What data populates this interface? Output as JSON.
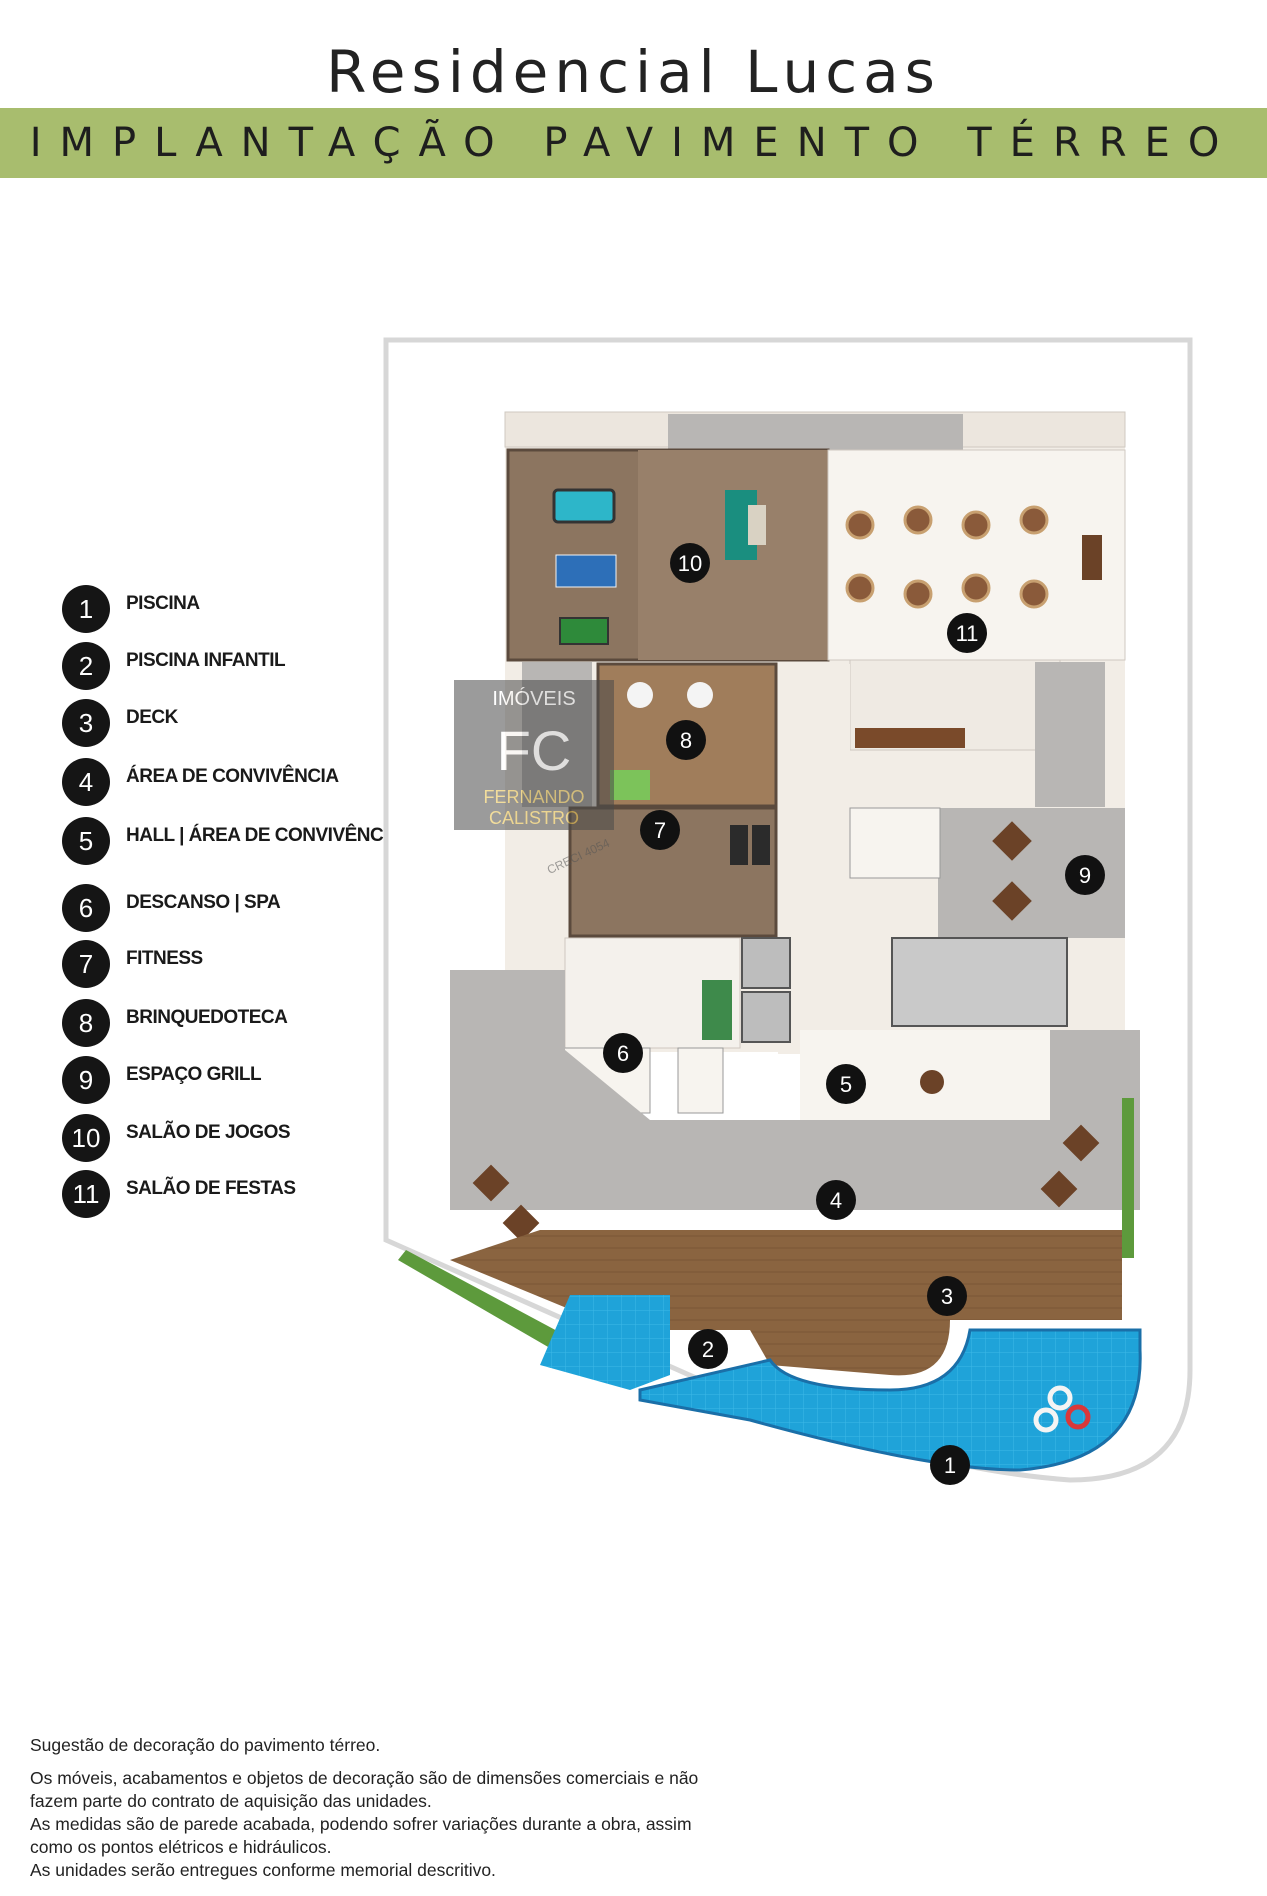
{
  "header": {
    "title": "Residencial Lucas",
    "subtitle": "IMPLANTAÇÃO PAVIMENTO TÉRREO",
    "band_color": "#a8bd6e"
  },
  "legend": [
    {
      "number": "1",
      "label": "PISCINA"
    },
    {
      "number": "2",
      "label": "PISCINA INFANTIL"
    },
    {
      "number": "3",
      "label": "DECK"
    },
    {
      "number": "4",
      "label": "ÁREA DE CONVIVÊNCIA"
    },
    {
      "number": "5",
      "label": "HALL | ÁREA DE CONVIVÊNCIA"
    },
    {
      "number": "6",
      "label": "DESCANSO | SPA"
    },
    {
      "number": "7",
      "label": "FITNESS"
    },
    {
      "number": "8",
      "label": "BRINQUEDOTECA"
    },
    {
      "number": "9",
      "label": "ESPAÇO GRILL"
    },
    {
      "number": "10",
      "label": "SALÃO DE JOGOS"
    },
    {
      "number": "11",
      "label": "SALÃO DE FESTAS"
    }
  ],
  "plan": {
    "markers": [
      "1",
      "2",
      "3",
      "4",
      "5",
      "6",
      "7",
      "8",
      "9",
      "10",
      "11"
    ],
    "colors": {
      "pool": "#1fa3d9",
      "deck": "#8a6440",
      "floor": "#f2ede6",
      "paving": "#b8b6b4",
      "grass": "#5d9a3c",
      "wood_room": "#8c7560"
    },
    "watermark": {
      "line1": "IMÓVEIS",
      "line2": "FC",
      "line3": "FERNANDO",
      "line4": "CALISTRO",
      "line5": "CRECI 4054"
    }
  },
  "footer": {
    "note": "Sugestão de decoração do pavimento térreo.",
    "lines": [
      "Os móveis, acabamentos e objetos de decoração são de dimensões comerciais e não",
      "fazem parte do contrato de aquisição das unidades.",
      "As medidas são de parede acabada, podendo sofrer variações durante a obra, assim",
      "como os pontos elétricos e hidráulicos.",
      "As unidades serão entregues conforme memorial descritivo."
    ]
  }
}
